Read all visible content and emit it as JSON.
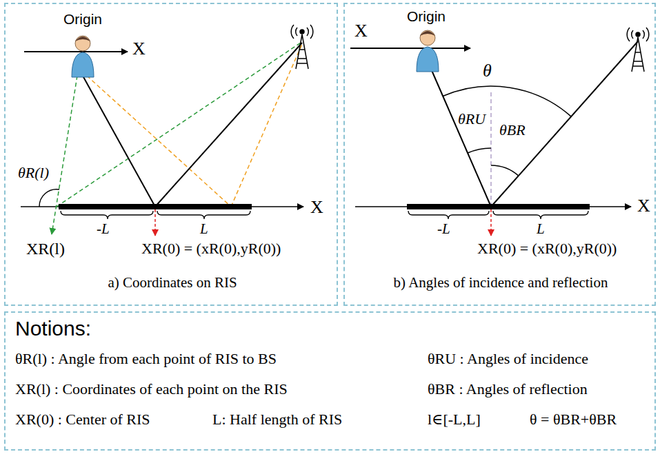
{
  "diagram": {
    "nodes": [
      {
        "text": [
          "a) Coordinates on RIS"
        ]
      },
      {
        "text": [
          "b) Angles of incidence and reflection"
        ]
      },
      {
        "text": [
          "Notions:",
          "θR(l) : Angle from each point of RIS to BS",
          "θRU : Angles of incidence",
          "XR(l) : Coordinates of each point on the RIS",
          "θBR : Angles of reflection",
          "XR(0) : Center of RIS",
          "L: Half length of RIS",
          "l∈[-L,L]",
          "θ = θBR+θBR"
        ]
      }
    ],
    "labels": [
      "Origin",
      "X",
      "θR(l)",
      "-L",
      "L",
      "X",
      "XR(l)",
      "XR(0) = (xR(0),yR(0))",
      "X",
      "Origin",
      "θ",
      "θRU",
      "θBR",
      "-L",
      "L",
      "X",
      "XR(0) = (xR(0),yR(0))"
    ]
  }
}
